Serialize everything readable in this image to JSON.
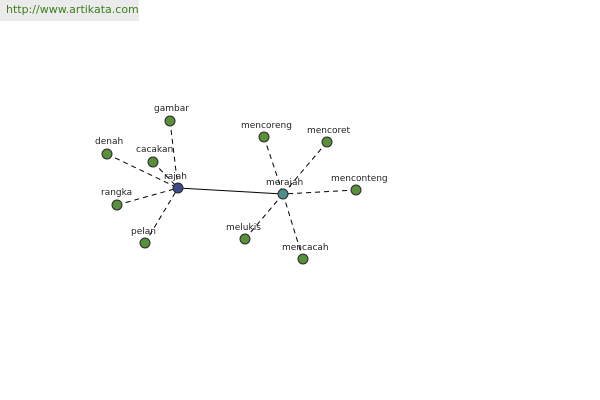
{
  "banner": {
    "url": "http://www.artikata.com"
  },
  "colors": {
    "leaf_node": "#5a8f3c",
    "hub_ukir": "#3d4a8a",
    "hub_merajah": "#4a8f8a",
    "edge": "#000000"
  },
  "graph": {
    "hubs": [
      {
        "id": "rajah",
        "label": "rajah",
        "color_key": "hub_ukir"
      },
      {
        "id": "merajah",
        "label": "merajah",
        "color_key": "hub_merajah"
      }
    ],
    "leaves": [
      {
        "id": "gambar",
        "label": "gambar",
        "hub": "rajah"
      },
      {
        "id": "denah",
        "label": "denah",
        "hub": "rajah"
      },
      {
        "id": "cacakan",
        "label": "cacakan",
        "hub": "rajah"
      },
      {
        "id": "rangka",
        "label": "rangka",
        "hub": "rajah"
      },
      {
        "id": "pelan",
        "label": "pelan",
        "hub": "rajah"
      },
      {
        "id": "mencoreng",
        "label": "mencoreng",
        "hub": "merajah"
      },
      {
        "id": "mencoret",
        "label": "mencoret",
        "hub": "merajah"
      },
      {
        "id": "menconteng",
        "label": "menconteng",
        "hub": "merajah"
      },
      {
        "id": "melukis",
        "label": "melukis",
        "hub": "merajah"
      },
      {
        "id": "mencacah",
        "label": "mencacah",
        "hub": "merajah"
      }
    ],
    "hub_link": [
      "rajah",
      "merajah"
    ]
  }
}
